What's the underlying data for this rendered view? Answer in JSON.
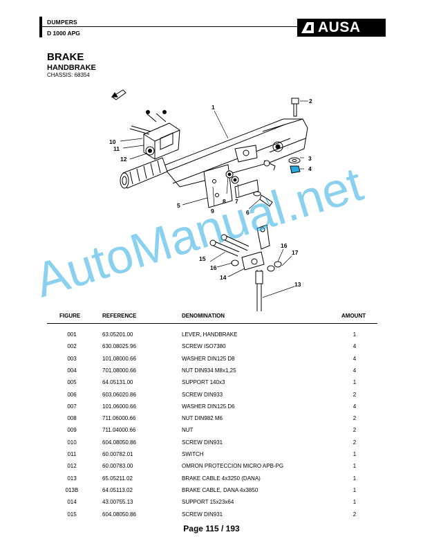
{
  "header": {
    "category": "DUMPERS",
    "model": "D 1000 APG",
    "brand": "AUSA"
  },
  "section": {
    "title": "BRAKE",
    "subtitle": "HANDBRAKE",
    "chassis": "CHASSIS: 68354"
  },
  "diagram": {
    "callouts": [
      "1",
      "2",
      "3",
      "4",
      "5",
      "6",
      "7",
      "8",
      "9",
      "10",
      "11",
      "12",
      "13",
      "14",
      "15",
      "16",
      "16",
      "17"
    ]
  },
  "watermark": "AutoManual.net",
  "table": {
    "headers": [
      "FIGURE",
      "REFERENCE",
      "DENOMINATION",
      "AMOUNT"
    ],
    "rows": [
      {
        "figure": "001",
        "reference": "63.05201.00",
        "denomination": "LEVER, HANDBRAKE",
        "amount": "1"
      },
      {
        "figure": "002",
        "reference": "630.08025.96",
        "denomination": "SCREW ISO7380",
        "amount": "4"
      },
      {
        "figure": "003",
        "reference": "101.08000.66",
        "denomination": "WASHER DIN125 D8",
        "amount": "4"
      },
      {
        "figure": "004",
        "reference": "701.08000.66",
        "denomination": "NUT DIN934 M8x1,25",
        "amount": "4"
      },
      {
        "figure": "005",
        "reference": "64.05131.00",
        "denomination": "SUPPORT 140x3",
        "amount": "1"
      },
      {
        "figure": "006",
        "reference": "603.06020.86",
        "denomination": "SCREW DIN933",
        "amount": "2"
      },
      {
        "figure": "007",
        "reference": "101.06000.66",
        "denomination": "WASHER DIN125 D6",
        "amount": "4"
      },
      {
        "figure": "008",
        "reference": "711.06000.66",
        "denomination": "NUT DIN982 M6",
        "amount": "2"
      },
      {
        "figure": "009",
        "reference": "711.04000.66",
        "denomination": "NUT",
        "amount": "2"
      },
      {
        "figure": "010",
        "reference": "604.08050.86",
        "denomination": "SCREW DIN931",
        "amount": "2"
      },
      {
        "figure": "011",
        "reference": "60.00782.01",
        "denomination": "SWITCH",
        "amount": "1"
      },
      {
        "figure": "012",
        "reference": "60.00783.00",
        "denomination": "OMRON PROTECCION MICRO APB-PG",
        "amount": "1"
      },
      {
        "figure": "013",
        "reference": "65.05211.02",
        "denomination": "BRAKE CABLE 4x3250 (DANA)",
        "amount": "1"
      },
      {
        "figure": "013B",
        "reference": "64.05113.02",
        "denomination": "BRAKE CABLE, DANA 4x3850",
        "amount": "1"
      },
      {
        "figure": "014",
        "reference": "43.00755.13",
        "denomination": "SUPPORT 15x23x64",
        "amount": "1"
      },
      {
        "figure": "015",
        "reference": "604.08050.86",
        "denomination": "SCREW DIN931",
        "amount": "2"
      }
    ]
  },
  "footer": {
    "page_label": "Page 115 / 193"
  },
  "colors": {
    "ink": "#000000",
    "watermark": "#29a9e1"
  }
}
